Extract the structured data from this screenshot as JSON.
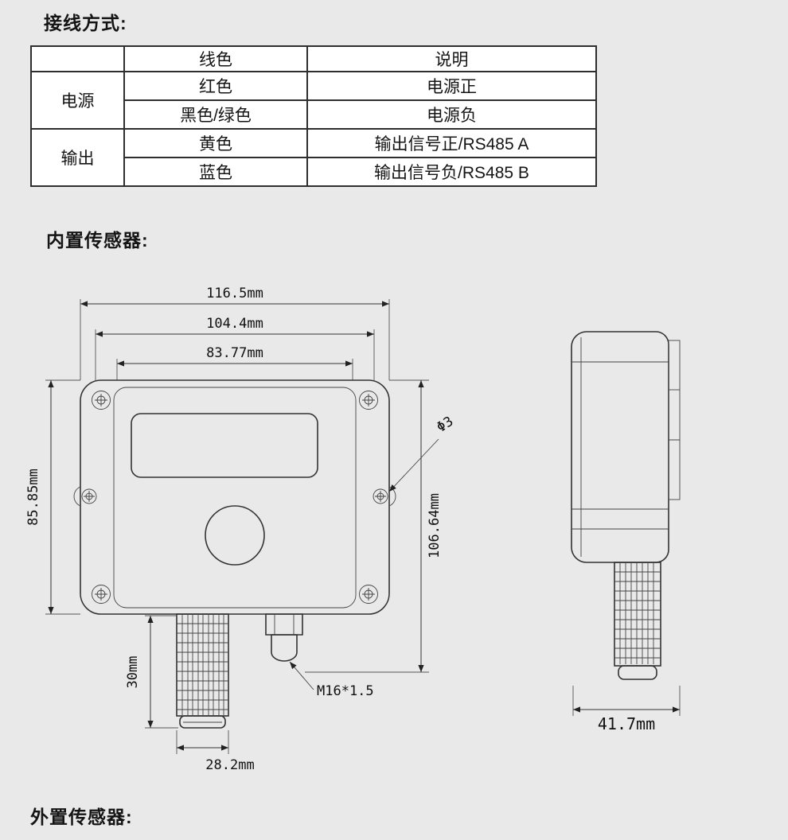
{
  "page": {
    "background": "#e9e9e9"
  },
  "wiring": {
    "title": "接线方式:",
    "table": {
      "headers": [
        "",
        "线色",
        "说明"
      ],
      "groups": [
        {
          "name": "电源",
          "rows": [
            [
              "红色",
              "电源正"
            ],
            [
              "黑色/绿色",
              "电源负"
            ]
          ]
        },
        {
          "name": "输出",
          "rows": [
            [
              "黄色",
              "输出信号正/RS485 A"
            ],
            [
              "蓝色",
              "输出信号负/RS485 B"
            ]
          ]
        }
      ]
    }
  },
  "builtin_sensor": {
    "title": "内置传感器:",
    "dims": {
      "width_outer": "116.5mm",
      "width_mount": "104.4mm",
      "width_inner": "83.77mm",
      "height_body": "85.85mm",
      "height_total": "106.64mm",
      "probe_length": "30mm",
      "probe_width": "28.2mm",
      "hole_dia": "Φ3",
      "gland_thread": "M16*1.5",
      "depth": "41.7mm"
    }
  },
  "external_sensor": {
    "title": "外置传感器:"
  }
}
